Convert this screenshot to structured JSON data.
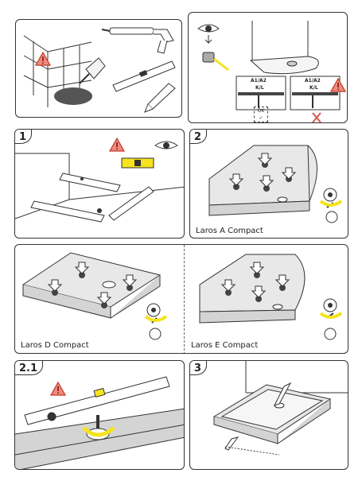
{
  "panels": [
    {
      "id": "intro-tools",
      "number": "",
      "caption": ""
    },
    {
      "id": "inspect-drain",
      "number": "",
      "caption": "",
      "labels": {
        "left_code": "A1/A2",
        "left_kl": "K/L",
        "right_code": "A1/A2",
        "right_kl": "K/L",
        "ok": "OK",
        "ok_mark": "✓",
        "bad_mark": "✕"
      }
    },
    {
      "id": "step-1",
      "number": "1",
      "caption": ""
    },
    {
      "id": "step-2",
      "number": "2",
      "caption": "Laros A Compact"
    },
    {
      "id": "step-2-d",
      "number": "",
      "caption": "Laros D Compact"
    },
    {
      "id": "step-2-e",
      "number": "",
      "caption": "Laros E Compact"
    },
    {
      "id": "step-2-1",
      "number": "2.1",
      "caption": ""
    },
    {
      "id": "step-3",
      "number": "3",
      "caption": ""
    }
  ],
  "icons": {
    "warning": "warning-icon",
    "eye": "eye-icon",
    "level": "spirit-level-icon",
    "leg": "adjustable-leg-icon",
    "arrow": "rotate-arrow-icon"
  },
  "colors": {
    "warning_fill": "#ef8a7c",
    "warning_stroke": "#c0392b",
    "arrow": "#f6e21d",
    "level_bubble": "#f6e21d",
    "wall_fill": "#d4d4d4",
    "tray_fill": "#e8e8e8",
    "bad": "#d9534f"
  }
}
